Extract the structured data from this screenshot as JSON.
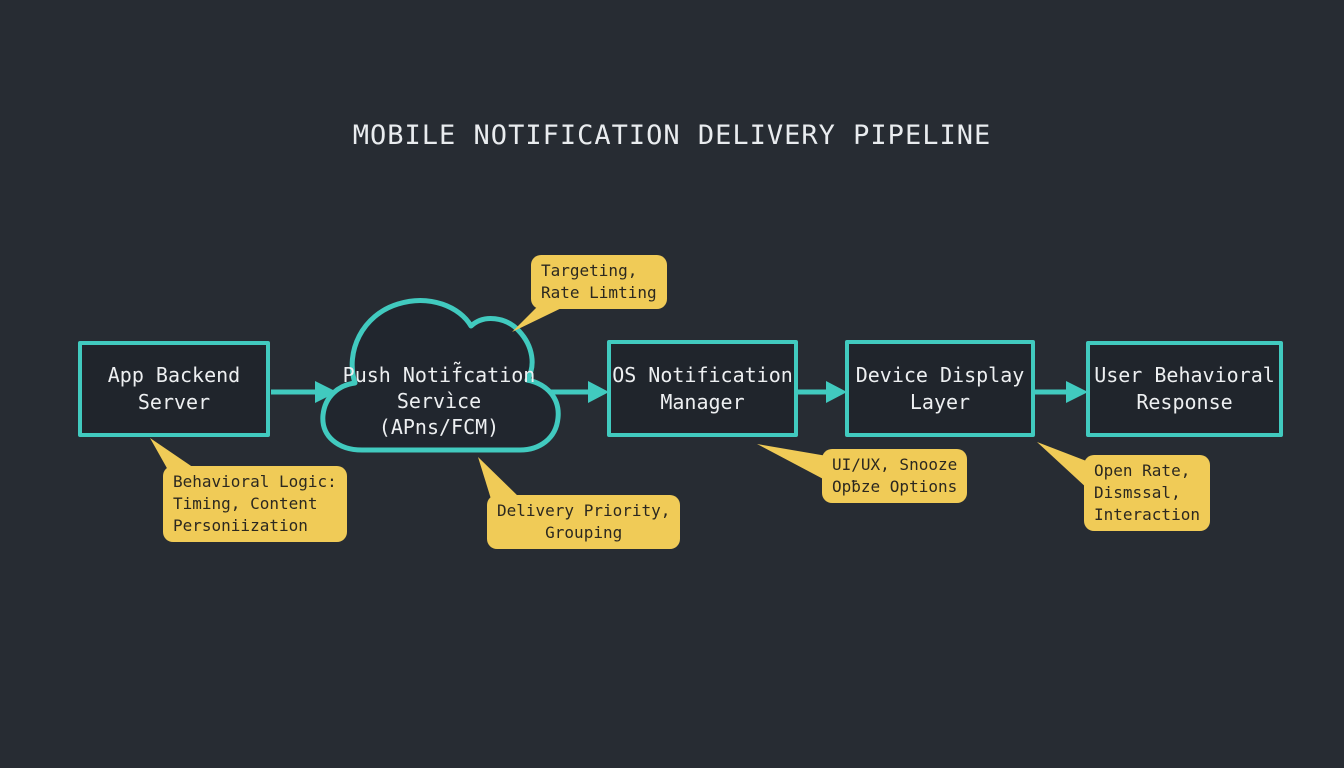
{
  "title": "MOBILE NOTIFICATION DELIVERY PIPELINE",
  "nodes": {
    "backend": {
      "line1": "App Backend",
      "line2": "Server"
    },
    "push": {
      "line1": "Push Notif̃cation",
      "line2": "Servìce",
      "line3": "(APns/FCM)"
    },
    "os": {
      "line1": "OS Notification",
      "line2": "Manager"
    },
    "device": {
      "line1": "Device Display",
      "line2": "Layer"
    },
    "user": {
      "line1": "User Behavioral",
      "line2": "Response"
    }
  },
  "callouts": {
    "targeting": {
      "line1": "Targeting,",
      "line2": "Rate Limting"
    },
    "behavioral_logic": {
      "line1": "Behavioral Logic:",
      "line2": "Timing, Content",
      "line3": "Personiization"
    },
    "delivery": {
      "line1": "Delivery Priority,",
      "line2": "Grouping"
    },
    "ui_ux": {
      "line1": "UI/UX, Snooze",
      "line2": "Opƀze Options"
    },
    "open_rate": {
      "line1": "Open Rate,",
      "line2": "Dismssal,",
      "line3": "Interaction"
    }
  },
  "colors": {
    "background": "#272c33",
    "node_border_teal": "#41cabf",
    "node_fill": "#20252c",
    "callout_yellow": "#f0cb57",
    "text_light": "#edeff1",
    "text_dark": "#2b2820"
  }
}
